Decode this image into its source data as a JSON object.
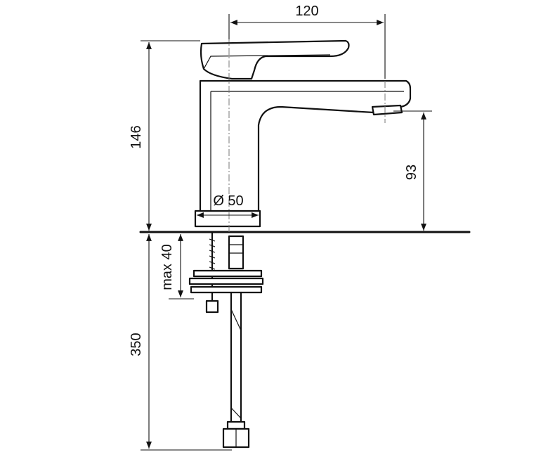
{
  "dimensions": {
    "spout_reach": "120",
    "total_height": "146",
    "spout_height": "93",
    "base_diameter": "Ø 50",
    "max_countertop": "max 40",
    "hose_length": "350"
  },
  "colors": {
    "line": "#111111",
    "background": "#ffffff",
    "centerline": "#777777"
  }
}
